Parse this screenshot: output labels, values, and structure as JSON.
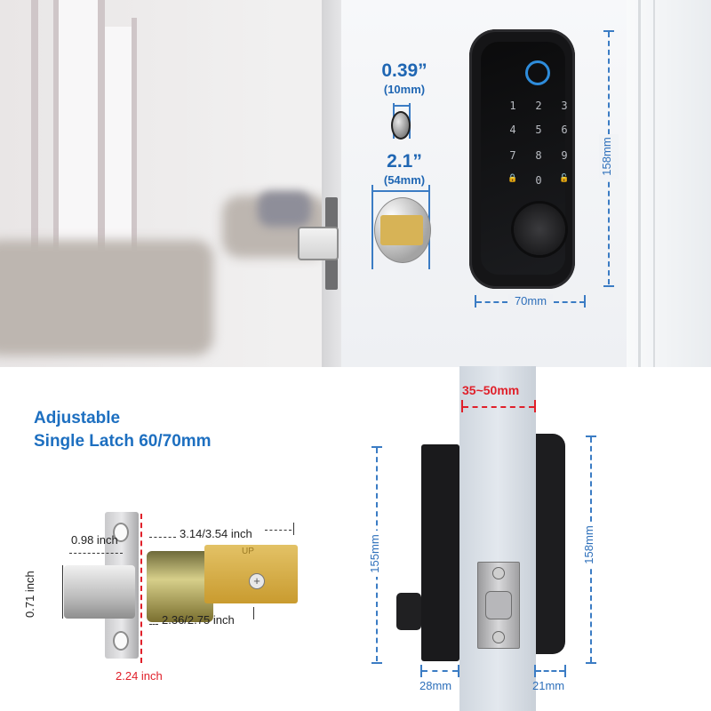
{
  "top_panel": {
    "cylinder_small": {
      "size_in": "0.39”",
      "size_mm": "(10mm)"
    },
    "cylinder_large": {
      "size_in": "2.1”",
      "size_mm": "(54mm)"
    },
    "lock_height": "158mm",
    "lock_width": "70mm",
    "keypad": [
      "1",
      "2",
      "3",
      "4",
      "5",
      "6",
      "7",
      "8",
      "9",
      "🔒",
      "0",
      "🔓"
    ]
  },
  "bottom_left": {
    "title_line1": "Adjustable",
    "title_line2": "Single Latch 60/70mm",
    "dims": {
      "bolt_length": "0.98 inch",
      "bolt_height": "0.71 inch",
      "backset_long": "3.14/3.54 inch",
      "backset_short": "2.36/2.75 inch",
      "faceplate_height": "2.24 inch"
    },
    "brass_mark": "UP"
  },
  "bottom_right": {
    "door_thickness": "35~50mm",
    "interior_height": "155mm",
    "exterior_height": "158mm",
    "interior_depth": "28mm",
    "exterior_depth": "21mm"
  },
  "colors": {
    "dimension_blue": "#1f66b3",
    "accent_red": "#e0202a",
    "fingerprint_ring": "#2e8cdb",
    "brass": "#d7b356"
  }
}
